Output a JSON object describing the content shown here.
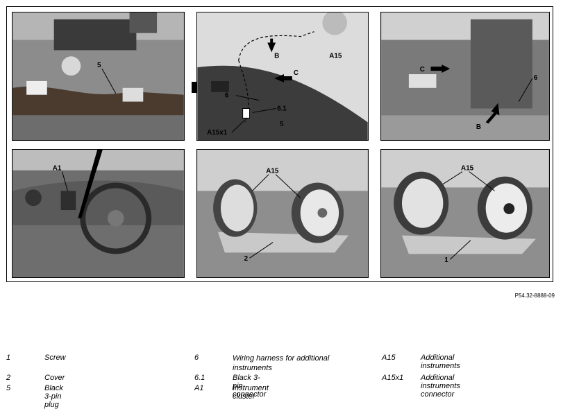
{
  "figure": {
    "reference": "P54.32-8888-09",
    "labels": {
      "p1_5": "5",
      "p2_B": "B",
      "p2_A15": "A15",
      "p2_C": "C",
      "p2_6": "6",
      "p2_61": "6.1",
      "p2_A15x1": "A15x1",
      "p2_5": "5",
      "p3_C": "C",
      "p3_6": "6",
      "p3_B": "B",
      "p4_A1": "A1",
      "p5_A15": "A15",
      "p5_2": "2",
      "p6_A15": "A15",
      "p6_1": "1"
    }
  },
  "legend": [
    {
      "num": "1",
      "text": "Screw"
    },
    {
      "num": "2",
      "text": "Cover"
    },
    {
      "num": "5",
      "text": "Black 3-pin plug"
    },
    {
      "num": "6",
      "text": "Wiring harness for additional instruments"
    },
    {
      "num": "6.1",
      "text": "Black 3-pin connector"
    },
    {
      "num": "A1",
      "text": "Instrument cluster"
    },
    {
      "num": "A15",
      "text": "Additional instruments"
    },
    {
      "num": "A15x1",
      "text": "Additional instruments connector"
    }
  ]
}
